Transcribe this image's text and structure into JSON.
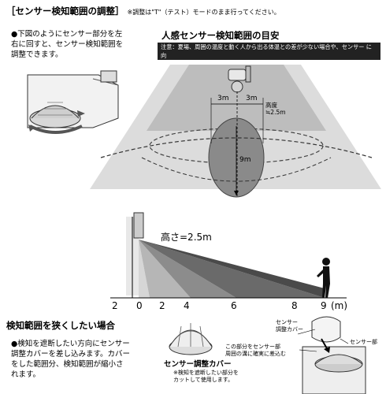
{
  "header": {
    "title": "［センサー検知範囲の調整］",
    "note": "※調整は\"T\"（テスト）モードのまま行ってください。"
  },
  "step1": {
    "text": "●下図のようにセンサー部分を左\n右に回すと、センサー検知範囲を\n調整できます。"
  },
  "top_view": {
    "heading": "人感センサー検知範囲の目安",
    "caution": "注意：夏場、周囲の温度と動く人から出る体温との差が少ない場合や、センサー に向\nかって直進する場合などは、検知が鈍くなり点灯しない場合があります。",
    "dim_left": "3m",
    "dim_right": "3m",
    "height_label": "高度\n≒2.5m",
    "range_label": "9m"
  },
  "side_view": {
    "height_label": "高さ=2.5m",
    "axis_ticks": [
      "2",
      "0",
      "2",
      "4",
      "6",
      "8",
      "9"
    ],
    "axis_unit": "(m)"
  },
  "narrow": {
    "heading": "検知範囲を狭くしたい場合",
    "text": "●検知を遮断したい方向にセンサー\n調整カバーを差し込みます。カバー\nをした範囲分、検知範囲が縮小さ\nれます。",
    "cover_label": "センサー調整カバー",
    "cover_note": "※検知を遮断したい部分を\nカットして使用します。",
    "label_cover": "センサー\n調整カバー",
    "label_sensor": "センサー部",
    "label_insert": "この部分をセンサー部\n周囲の溝に確実に差込む"
  }
}
